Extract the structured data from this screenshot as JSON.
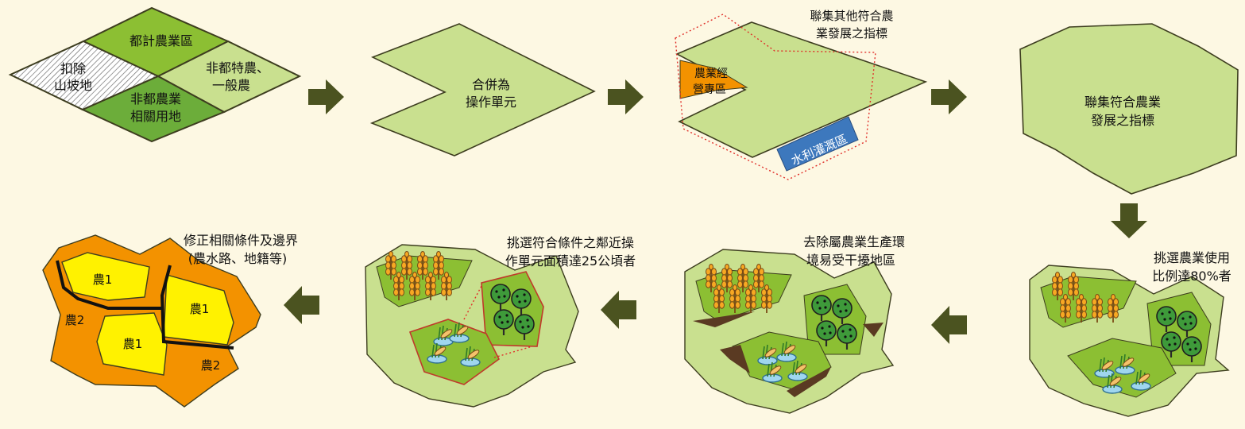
{
  "colors": {
    "background": "#fdf8e3",
    "light_green": "#c9e08f",
    "mid_green": "#8cbf33",
    "dark_green": "#6cad3a",
    "outline": "#3d3d1f",
    "arrow": "#4b5320",
    "orange": "#f39200",
    "blue": "#3d78bd",
    "yellow": "#fff200",
    "red_dashed": "#e0302a"
  },
  "step1": {
    "region_urban": "都計農業區",
    "region_slope": [
      "扣除",
      "山坡地"
    ],
    "region_special": [
      "非都特農、",
      "一般農"
    ],
    "region_related": [
      "非都農業",
      "相關用地"
    ]
  },
  "step2": {
    "label": [
      "合併為",
      "操作單元"
    ]
  },
  "step3": {
    "caption": [
      "聯集其他符合農",
      "業發展之指標"
    ],
    "orange_zone": [
      "農業經",
      "營專區"
    ],
    "blue_zone": "水利灌溉區"
  },
  "step4": {
    "label": [
      "聯集符合農業",
      "發展之指標"
    ]
  },
  "step5": {
    "caption": [
      "挑選農業使用",
      "比例達80%者"
    ]
  },
  "step6": {
    "caption": [
      "去除屬農業生產環",
      "境易受干擾地區"
    ]
  },
  "step7": {
    "caption": [
      "挑選符合條件之鄰近操",
      "作單元面積達25公頃者"
    ]
  },
  "step8": {
    "caption": [
      "修正相關條件及邊界",
      "(農水路、地籍等)"
    ],
    "farm_label": "農1",
    "farm2_label": "農2"
  },
  "icons": [
    "arrow-right-icon",
    "arrow-down-icon",
    "arrow-left-icon",
    "wheat-icon",
    "tree-icon",
    "fish-pond-icon"
  ]
}
